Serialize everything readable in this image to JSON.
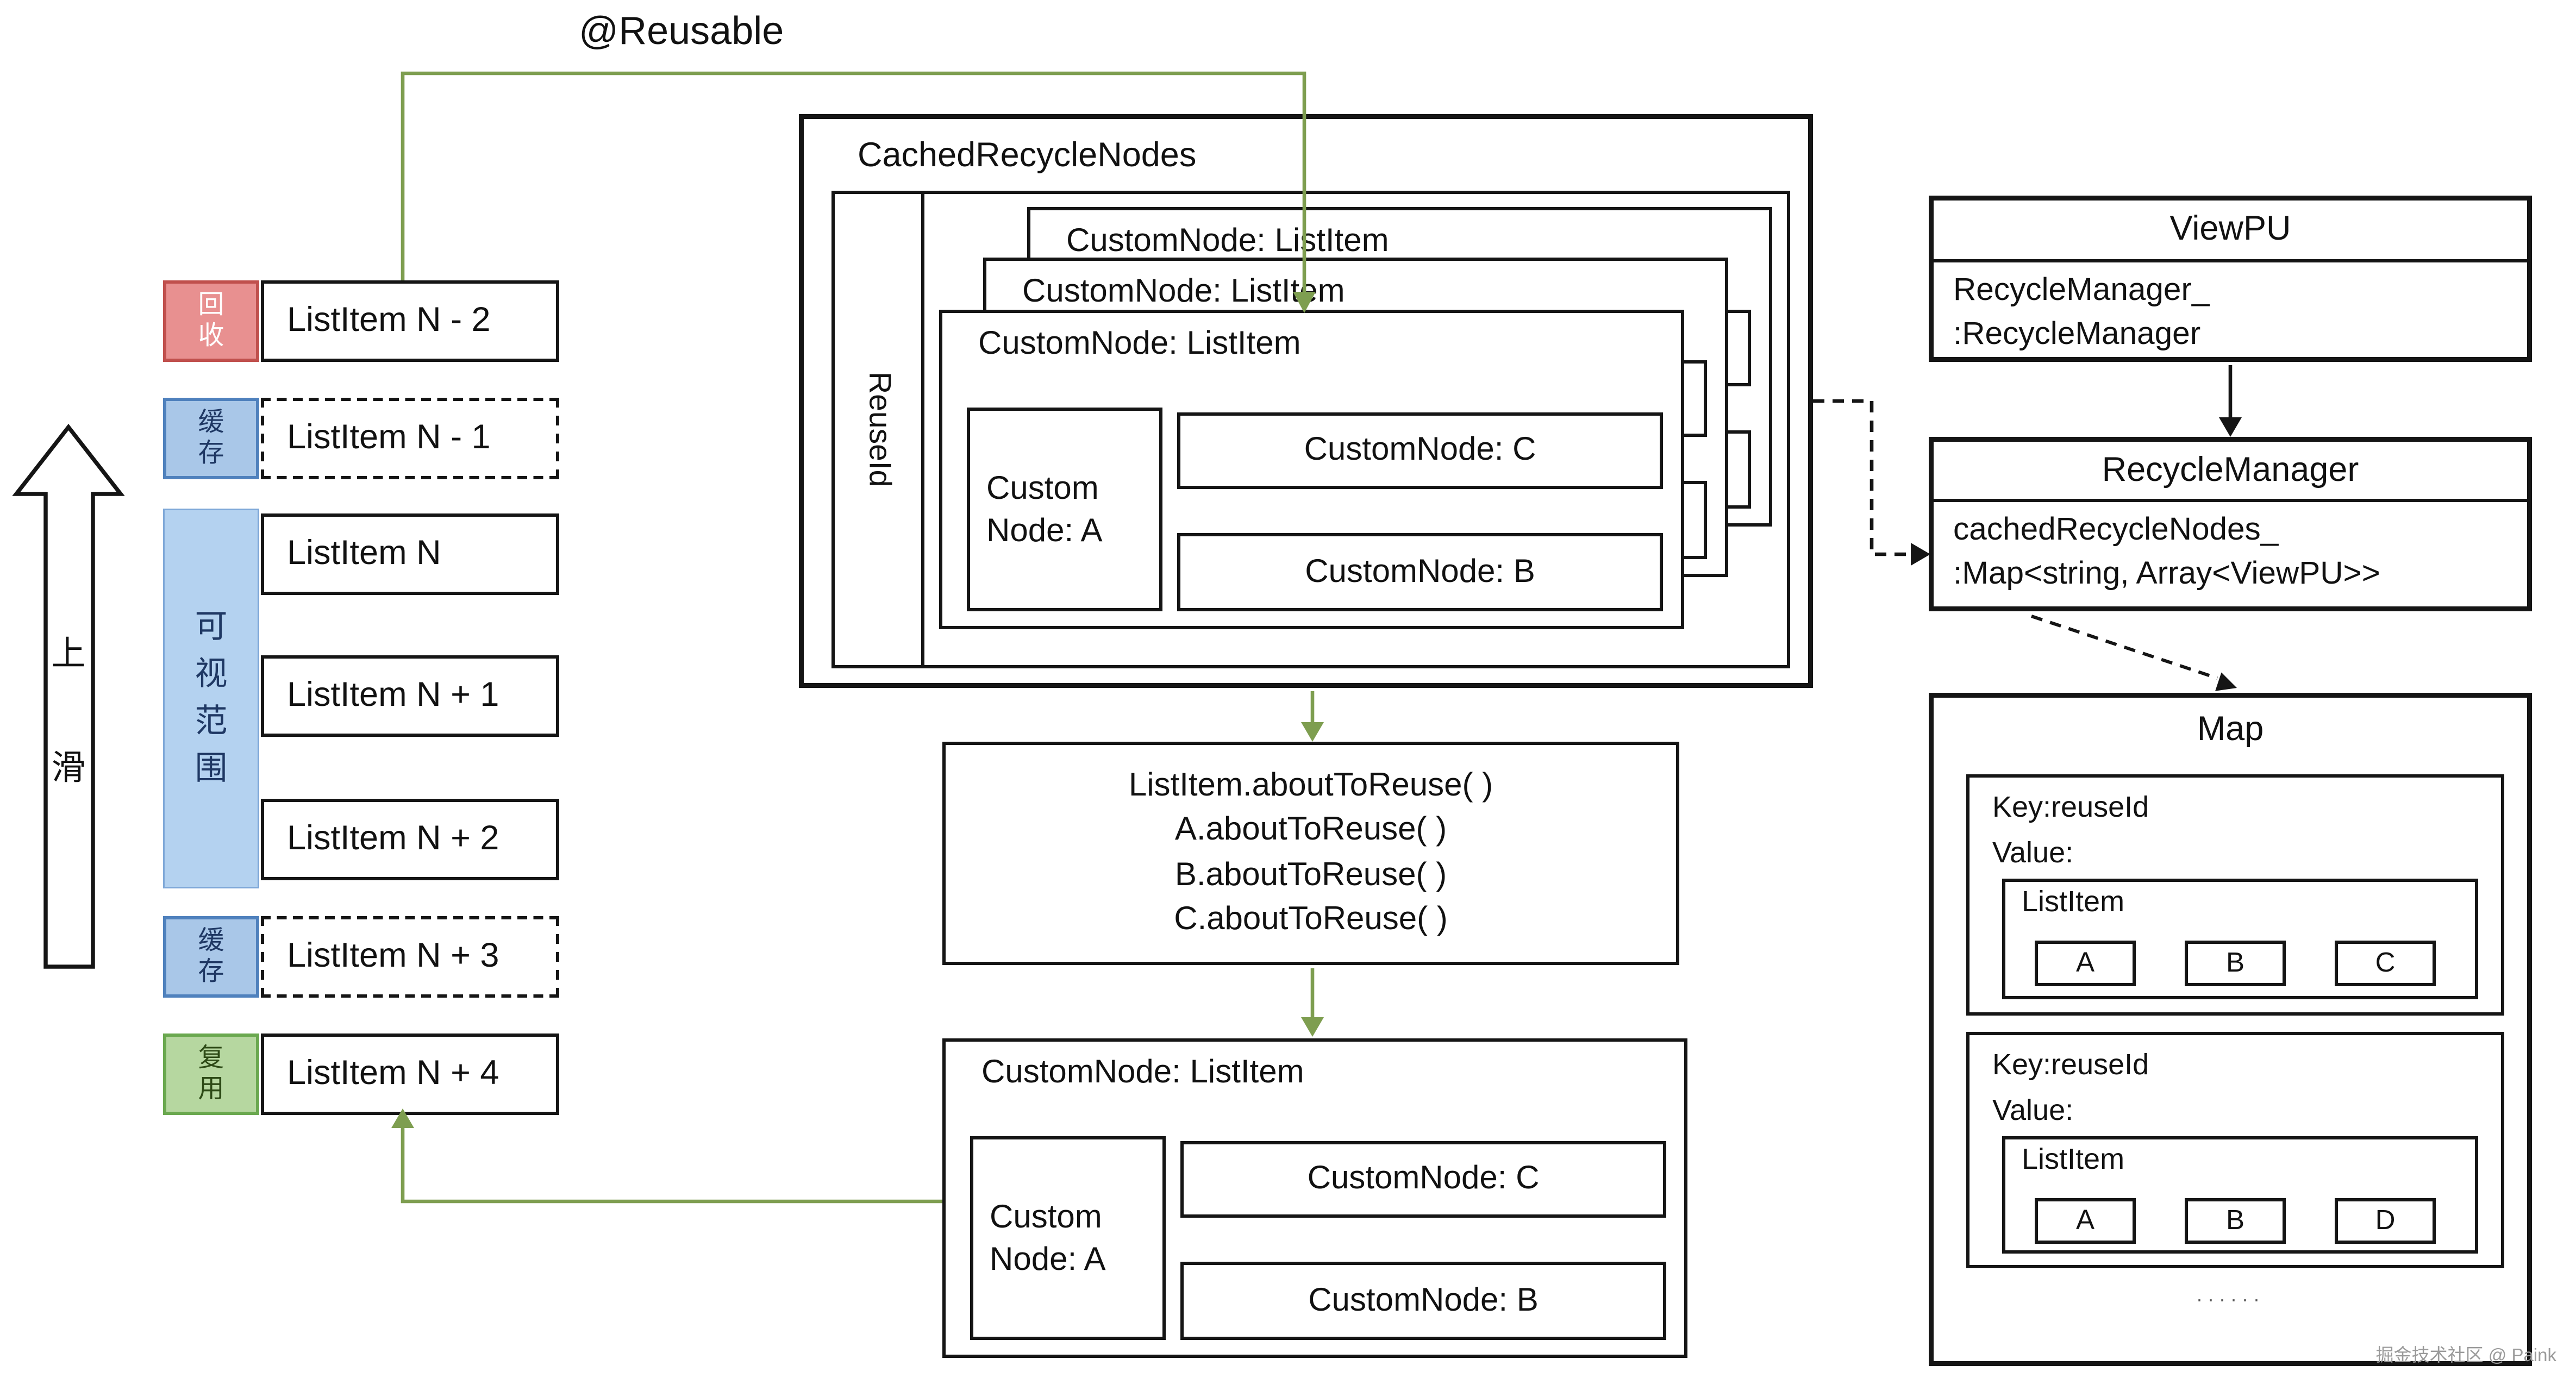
{
  "annotation": "@Reusable",
  "scroll": {
    "up": "上",
    "slide": "滑"
  },
  "left_list": {
    "visible_range": "可视范围",
    "rows": [
      {
        "tag": "回收",
        "label": "ListItem N - 2"
      },
      {
        "tag": "缓存",
        "label": "ListItem N - 1"
      },
      {
        "label": "ListItem N"
      },
      {
        "label": "ListItem N + 1"
      },
      {
        "label": "ListItem N + 2"
      },
      {
        "tag": "缓存",
        "label": "ListItem N + 3"
      },
      {
        "tag": "复用",
        "label": "ListItem N + 4"
      }
    ]
  },
  "cache_box": {
    "title": "CachedRecycleNodes",
    "reuse_id": "ReuseId"
  },
  "card": {
    "title": "CustomNode: ListItem",
    "node_a": "Custom Node: A",
    "node_c": "CustomNode: C",
    "node_b": "CustomNode: B"
  },
  "about_to_reuse": {
    "line1": "ListItem.aboutToReuse( )",
    "line2": "A.aboutToReuse( )",
    "line3": "B.aboutToReuse( )",
    "line4": "C.aboutToReuse( )"
  },
  "view_pu": {
    "title": "ViewPU",
    "field_line1": "RecycleManager_",
    "field_line2": ":RecycleManager"
  },
  "recycle_manager": {
    "title": "RecycleManager",
    "field_line1": "cachedRecycleNodes_",
    "field_line2": ":Map<string, Array<ViewPU>>"
  },
  "map": {
    "title": "Map",
    "entries": [
      {
        "key": "Key:reuseId",
        "value_label": "Value:",
        "list_label": "ListItem",
        "items": [
          "A",
          "B",
          "C"
        ]
      },
      {
        "key": "Key:reuseId",
        "value_label": "Value:",
        "list_label": "ListItem",
        "items": [
          "A",
          "B",
          "D"
        ]
      }
    ],
    "ellipsis": "······"
  },
  "watermark": "掘金技术社区 @ Paink",
  "colors": {
    "connector_green": "#7e9e50",
    "recycle_red_bg": "#e89090",
    "recycle_red_border": "#c0504d",
    "cache_blue_bg": "#a9c7e8",
    "cache_blue_border": "#4f81bd",
    "reuse_green_bg": "#b6d7a0",
    "reuse_green_border": "#6aa84f",
    "visible_blue_bg": "#b4d2f0"
  }
}
